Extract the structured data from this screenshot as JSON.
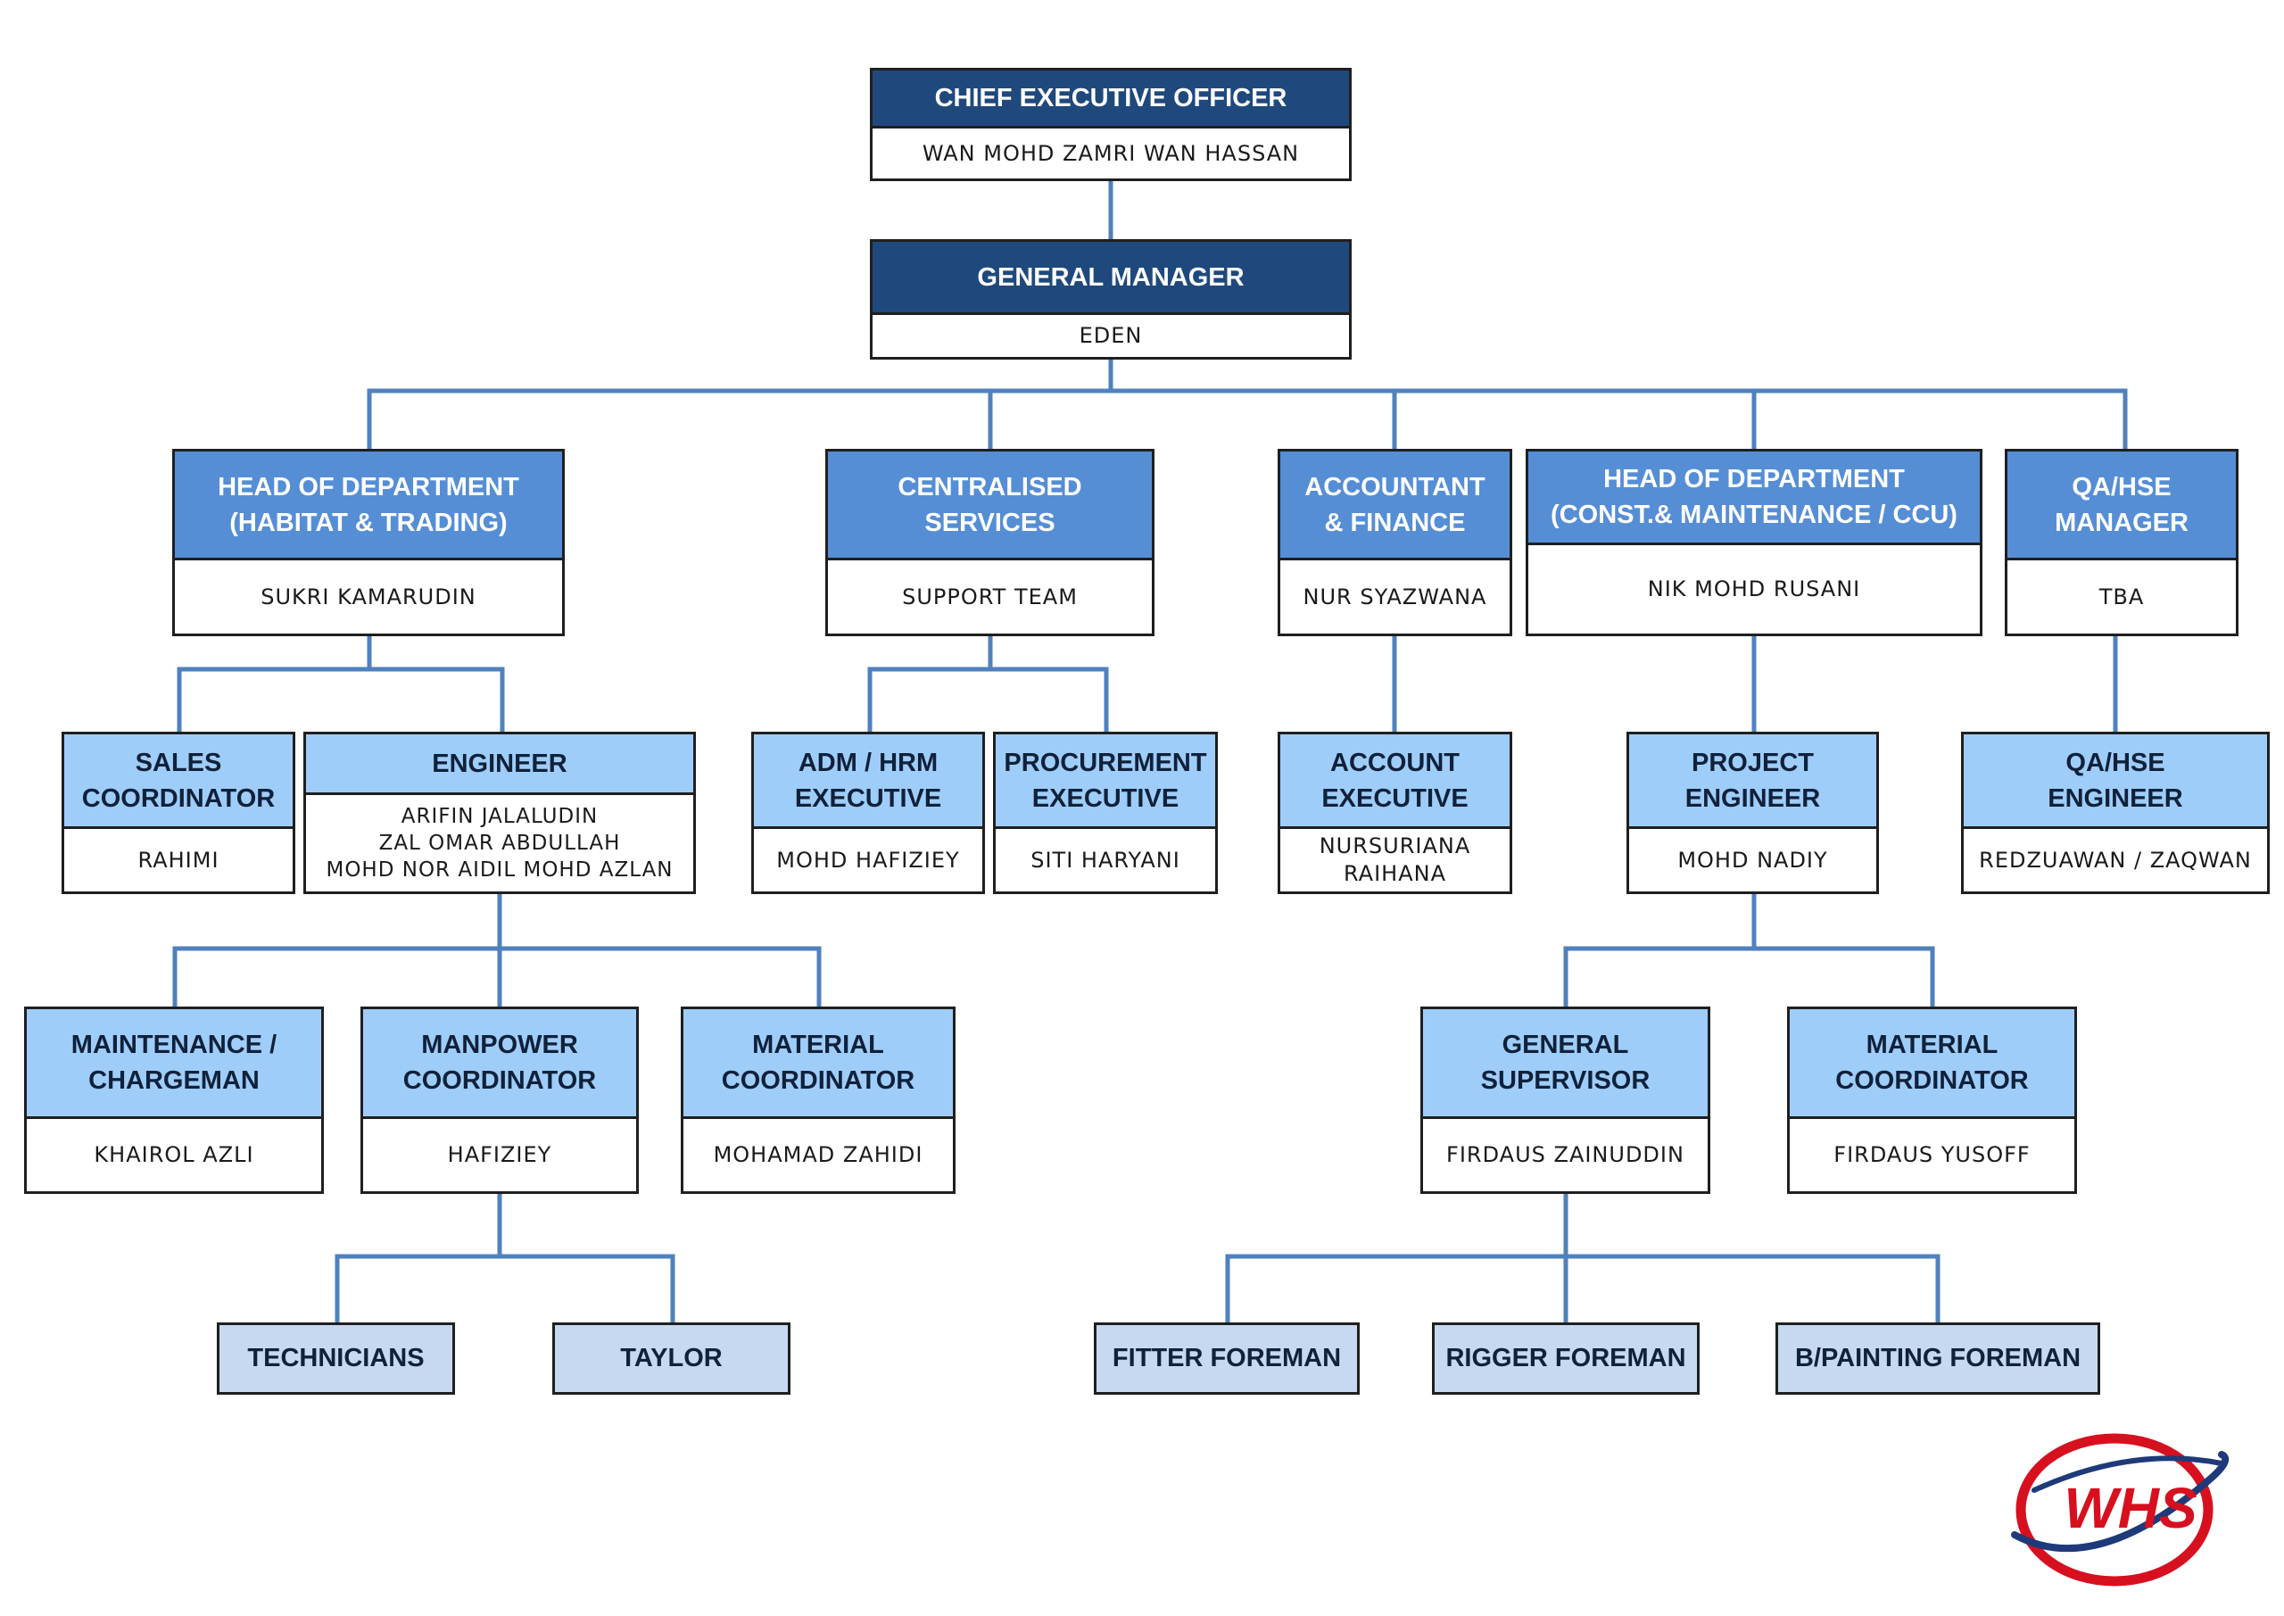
{
  "colors": {
    "connector": "#4f81bd",
    "header_dark": "#1f497d",
    "header_mid": "#558ed5",
    "header_light": "#9fcdf9",
    "leaf_fill": "#c6d9f1",
    "logo_red": "#d7101f",
    "logo_navy": "#1f3a7a"
  },
  "nodes": {
    "ceo": {
      "title": "CHIEF EXECUTIVE OFFICER",
      "name": "WAN MOHD ZAMRI WAN HASSAN"
    },
    "gm": {
      "title": "GENERAL MANAGER",
      "name": "EDEN"
    },
    "hod_habitat": {
      "title": "HEAD OF DEPARTMENT\n(HABITAT & TRADING)",
      "name": "SUKRI KAMARUDIN"
    },
    "centralised": {
      "title": "CENTRALISED SERVICES",
      "name": "SUPPORT TEAM"
    },
    "accountant": {
      "title": "ACCOUNTANT\n& FINANCE",
      "name": "NUR SYAZWANA"
    },
    "hod_const": {
      "title": "HEAD OF DEPARTMENT\n(CONST.& MAINTENANCE / CCU)",
      "name": "NIK MOHD RUSANI"
    },
    "qa_manager": {
      "title": "QA/HSE\nMANAGER",
      "name": "TBA"
    },
    "sales": {
      "title": "SALES\nCOORDINATOR",
      "name": "RAHIMI"
    },
    "engineer": {
      "title": "ENGINEER",
      "name": "ARIFIN JALALUDIN\nZAL OMAR ABDULLAH\nMOHD NOR AIDIL MOHD AZLAN"
    },
    "adm_hrm": {
      "title": "ADM / HRM\nEXECUTIVE",
      "name": "MOHD HAFIZIEY"
    },
    "procurement": {
      "title": "PROCUREMENT\nEXECUTIVE",
      "name": "SITI HARYANI"
    },
    "account_exec": {
      "title": "ACCOUNT\nEXECUTIVE",
      "name": "NURSURIANA\nRAIHANA"
    },
    "project_eng": {
      "title": "PROJECT\nENGINEER",
      "name": "MOHD NADIY"
    },
    "qa_engineer": {
      "title": "QA/HSE\nENGINEER",
      "name": "REDZUAWAN / ZAQWAN"
    },
    "maintenance": {
      "title": "MAINTENANCE /\nCHARGEMAN",
      "name": "KHAIROL AZLI"
    },
    "manpower": {
      "title": "MANPOWER\nCOORDINATOR",
      "name": "HAFIZIEY"
    },
    "material_1": {
      "title": "MATERIAL\nCOORDINATOR",
      "name": "MOHAMAD ZAHIDI"
    },
    "gen_super": {
      "title": "GENERAL\nSUPERVISOR",
      "name": "FIRDAUS ZAINUDDIN"
    },
    "material_2": {
      "title": "MATERIAL\nCOORDINATOR",
      "name": "FIRDAUS YUSOFF"
    }
  },
  "leaves": {
    "technicians": "TECHNICIANS",
    "taylor": "TAYLOR",
    "fitter": "FITTER FOREMAN",
    "rigger": "RIGGER FOREMAN",
    "painting": "B/PAINTING FOREMAN"
  },
  "logo": {
    "text": "WHS"
  }
}
